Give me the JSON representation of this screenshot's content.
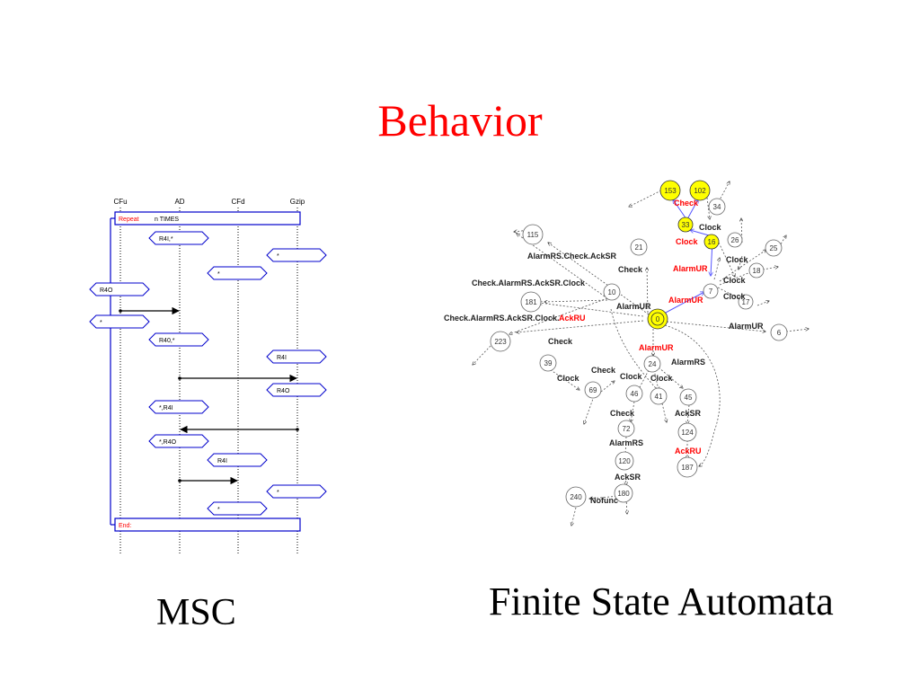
{
  "slide": {
    "title": "Behavior",
    "msc_caption": "MSC",
    "fsa_caption": "Finite State Automata"
  },
  "msc": {
    "instances": [
      "CFu",
      "AD",
      "CFd",
      "Gzip"
    ],
    "repeat_keyword": "Repeat",
    "repeat_condition": "n TIMES",
    "end_keyword": "End:",
    "conditions": [
      "R4I,*",
      "*",
      "*",
      "R4O",
      "*",
      "R40,*",
      "R4I",
      "R4O",
      "*,R4I",
      "*,R4O",
      "R4I",
      "*",
      "*"
    ],
    "messages": [
      "CFu to AD",
      "AD to Gzip",
      "Gzip to AD",
      "AD to CFd"
    ]
  },
  "fsa": {
    "nodes": [
      "153",
      "102",
      "34",
      "33",
      "16",
      "26",
      "25",
      "18",
      "17",
      "115",
      "21",
      "181",
      "10",
      "223",
      "0",
      "7",
      "6",
      "39",
      "24",
      "69",
      "46",
      "41",
      "45",
      "72",
      "124",
      "120",
      "187",
      "240",
      "180"
    ],
    "labels": {
      "check_top": "Check",
      "clock_top": "Clock",
      "clock_red": "Clock",
      "clock_26": "Clock",
      "clock_18": "Clock",
      "clock_17": "Clock",
      "alarmrs_check_acksr": "AlarmRS.Check.AckSR",
      "check_21": "Check",
      "check_alarmrs_acksr_clock": "Check.AlarmRS.AckSR.Clock",
      "check_alarmrs_acksr_clock_ackru_prefix": "Check.AlarmRS.AckSR.Clock.",
      "check_alarmrs_acksr_clock_ackru_suffix": "AckRU",
      "alarmur_red_1": "AlarmUR",
      "alarmur_red_2": "AlarmUR",
      "alarmur_10": "AlarmUR",
      "alarmur_6": "AlarmUR",
      "check_39": "Check",
      "alarmur_red_0": "AlarmUR",
      "alarmrs_24": "AlarmRS",
      "check_69": "Check",
      "clock_69": "Clock",
      "clock_46": "Clock",
      "clock_41": "Clock",
      "check_72": "Check",
      "acksr_124": "AckSR",
      "alarmrs_120": "AlarmRS",
      "ackru_187": "AckRU",
      "acksr_180": "AckSR",
      "nofunc": "Nofunc"
    }
  },
  "colors": {
    "title": "#ff0000",
    "msc_line": "#0000cc",
    "fsa_highlight": "#ffff00",
    "fsa_red": "#ff0000",
    "fsa_blue": "#5555ff"
  }
}
